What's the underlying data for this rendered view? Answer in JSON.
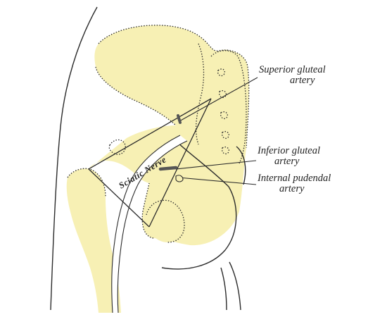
{
  "labels": {
    "superior_gluteal": {
      "line1": "Superior gluteal",
      "line2": "artery"
    },
    "inferior_gluteal": {
      "line1": "Inferior gluteal",
      "line2": "artery"
    },
    "internal_pudendal": {
      "line1": "Internal pudendal",
      "line2": "artery"
    },
    "sciatic_nerve": "Sciatic Nerve"
  },
  "colors": {
    "bone_fill": "#f7f0b4",
    "outline": "#2b2b2b",
    "artery_mark": "#555555",
    "nerve_fill": "#ffffff"
  }
}
